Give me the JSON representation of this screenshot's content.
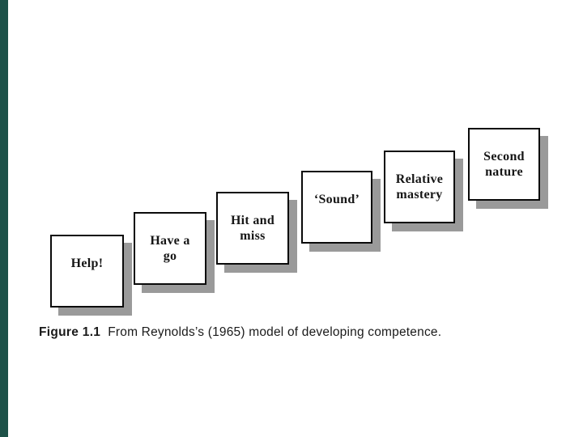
{
  "page": {
    "background_color": "#ffffff",
    "accent_bar_color": "#1d5148",
    "box_border_color": "#0a0a0a",
    "box_shadow_color": "#9a9a9a",
    "text_color": "#161616"
  },
  "diagram": {
    "description": "staircase-of-boxes model, six steps ascending left to right",
    "steps": [
      {
        "id": "help",
        "lines": [
          "Help!"
        ]
      },
      {
        "id": "have-a-go",
        "lines": [
          "Have a",
          "go"
        ]
      },
      {
        "id": "hit-and-miss",
        "lines": [
          "Hit and",
          "miss"
        ]
      },
      {
        "id": "sound",
        "lines": [
          "‘Sound’"
        ]
      },
      {
        "id": "relative-mastery",
        "lines": [
          "Relative",
          "mastery"
        ]
      },
      {
        "id": "second-nature",
        "lines": [
          "Second",
          "nature"
        ]
      }
    ]
  },
  "caption": {
    "prefix": "Figure 1.1",
    "text": "From Reynolds’s (1965) model of developing competence."
  }
}
